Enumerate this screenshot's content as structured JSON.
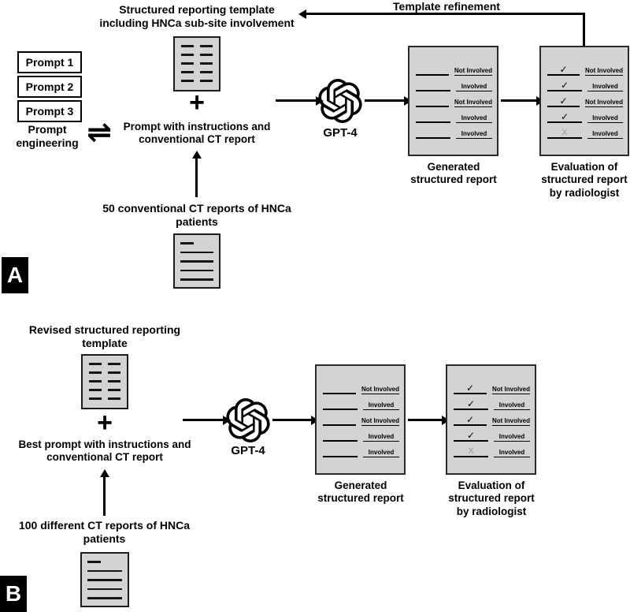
{
  "figure": {
    "colors": {
      "document_fill": "#d3d3d3",
      "line_color": "#000000",
      "x_mark_color": "#999999"
    },
    "panels": {
      "a": {
        "label": "A",
        "top_title": "Structured reporting template\nincluding HNCa sub-site involvement",
        "template_refinement": "Template refinement",
        "prompts": {
          "p1": "Prompt 1",
          "p2": "Prompt 2",
          "p3": "Prompt 3"
        },
        "prompt_engineering": "Prompt\nengineering",
        "equilibrium_symbol": "⇌",
        "plus_symbol": "+",
        "prompt_text": "Prompt with instructions and\nconventional CT report",
        "ct_reports_text": "50 conventional CT reports of HNCa\npatients",
        "gpt_label": "GPT-4",
        "generated_report": {
          "label": "Generated\nstructured report",
          "rows": [
            {
              "status": "Not Involved"
            },
            {
              "status": "Involved"
            },
            {
              "status": "Not Involved"
            },
            {
              "status": "Involved"
            },
            {
              "status": "Involved"
            }
          ]
        },
        "evaluation_report": {
          "label": "Evaluation of\nstructured report\nby radiologist",
          "rows": [
            {
              "mark": "✓",
              "status": "Not Involved"
            },
            {
              "mark": "✓",
              "status": "Involved"
            },
            {
              "mark": "✓",
              "status": "Not Involved"
            },
            {
              "mark": "✓",
              "status": "Involved"
            },
            {
              "mark": "X",
              "status": "Involved"
            }
          ]
        }
      },
      "b": {
        "label": "B",
        "top_title": "Revised structured reporting\ntemplate",
        "plus_symbol": "+",
        "prompt_text": "Best prompt with instructions and\nconventional CT report",
        "ct_reports_text": "100 different CT reports of HNCa\npatients",
        "gpt_label": "GPT-4",
        "generated_report": {
          "label": "Generated\nstructured report",
          "rows": [
            {
              "status": "Not Involved"
            },
            {
              "status": "Involved"
            },
            {
              "status": "Not Involved"
            },
            {
              "status": "Involved"
            },
            {
              "status": "Involved"
            }
          ]
        },
        "evaluation_report": {
          "label": "Evaluation of\nstructured report\nby radiologist",
          "rows": [
            {
              "mark": "✓",
              "status": "Not Involved"
            },
            {
              "mark": "✓",
              "status": "Involved"
            },
            {
              "mark": "✓",
              "status": "Not Involved"
            },
            {
              "mark": "✓",
              "status": "Involved"
            },
            {
              "mark": "X",
              "status": "Involved"
            }
          ]
        }
      }
    }
  }
}
